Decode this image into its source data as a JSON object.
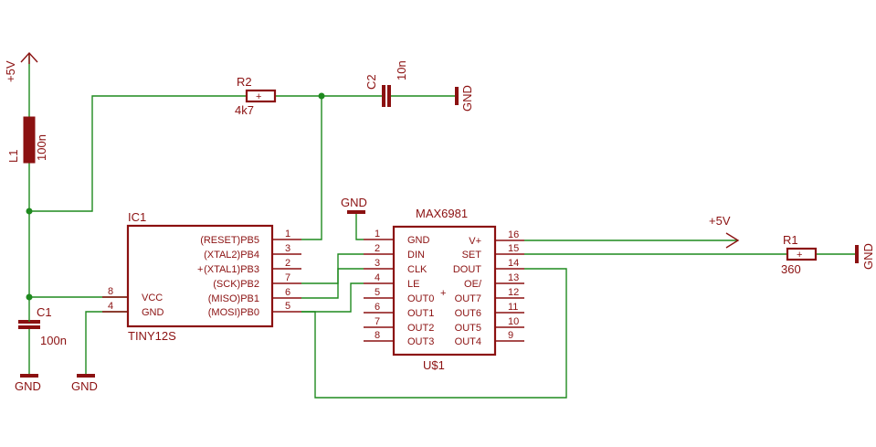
{
  "colors": {
    "wire": "#1f8a1f",
    "part": "#8b1111",
    "background": "#ffffff"
  },
  "supplies": {
    "vcc_top": "+5V",
    "vcc_right": "+5V",
    "gnd": "GND"
  },
  "inductor": {
    "name": "L1",
    "value": "100n"
  },
  "r2": {
    "name": "R2",
    "value": "4k7"
  },
  "c2": {
    "name": "C2",
    "value": "10n"
  },
  "c1": {
    "name": "C1",
    "value": "100n"
  },
  "r1": {
    "name": "R1",
    "value": "360"
  },
  "ic1": {
    "name": "IC1",
    "value": "TINY12S",
    "left_pins": [
      {
        "num": "8",
        "label": "VCC"
      },
      {
        "num": "4",
        "label": "GND"
      }
    ],
    "right_pins": [
      {
        "num": "1",
        "label": "(RESET)PB5"
      },
      {
        "num": "3",
        "label": "(XTAL2)PB4"
      },
      {
        "num": "2",
        "label": "(XTAL1)PB3"
      },
      {
        "num": "7",
        "label": "(SCK)PB2"
      },
      {
        "num": "6",
        "label": "(MISO)PB1"
      },
      {
        "num": "5",
        "label": "(MOSI)PB0"
      }
    ]
  },
  "u1": {
    "name": "U$1",
    "value": "MAX6981",
    "left_pins": [
      {
        "num": "1",
        "label": "GND"
      },
      {
        "num": "2",
        "label": "DIN"
      },
      {
        "num": "3",
        "label": "CLK"
      },
      {
        "num": "4",
        "label": "LE"
      },
      {
        "num": "5",
        "label": "OUT0"
      },
      {
        "num": "6",
        "label": "OUT1"
      },
      {
        "num": "7",
        "label": "OUT2"
      },
      {
        "num": "8",
        "label": "OUT3"
      }
    ],
    "right_pins": [
      {
        "num": "16",
        "label": "V+"
      },
      {
        "num": "15",
        "label": "SET"
      },
      {
        "num": "14",
        "label": "DOUT"
      },
      {
        "num": "13",
        "label": "OE/"
      },
      {
        "num": "12",
        "label": "OUT7"
      },
      {
        "num": "11",
        "label": "OUT6"
      },
      {
        "num": "10",
        "label": "OUT5"
      },
      {
        "num": "9",
        "label": "OUT4"
      }
    ]
  }
}
